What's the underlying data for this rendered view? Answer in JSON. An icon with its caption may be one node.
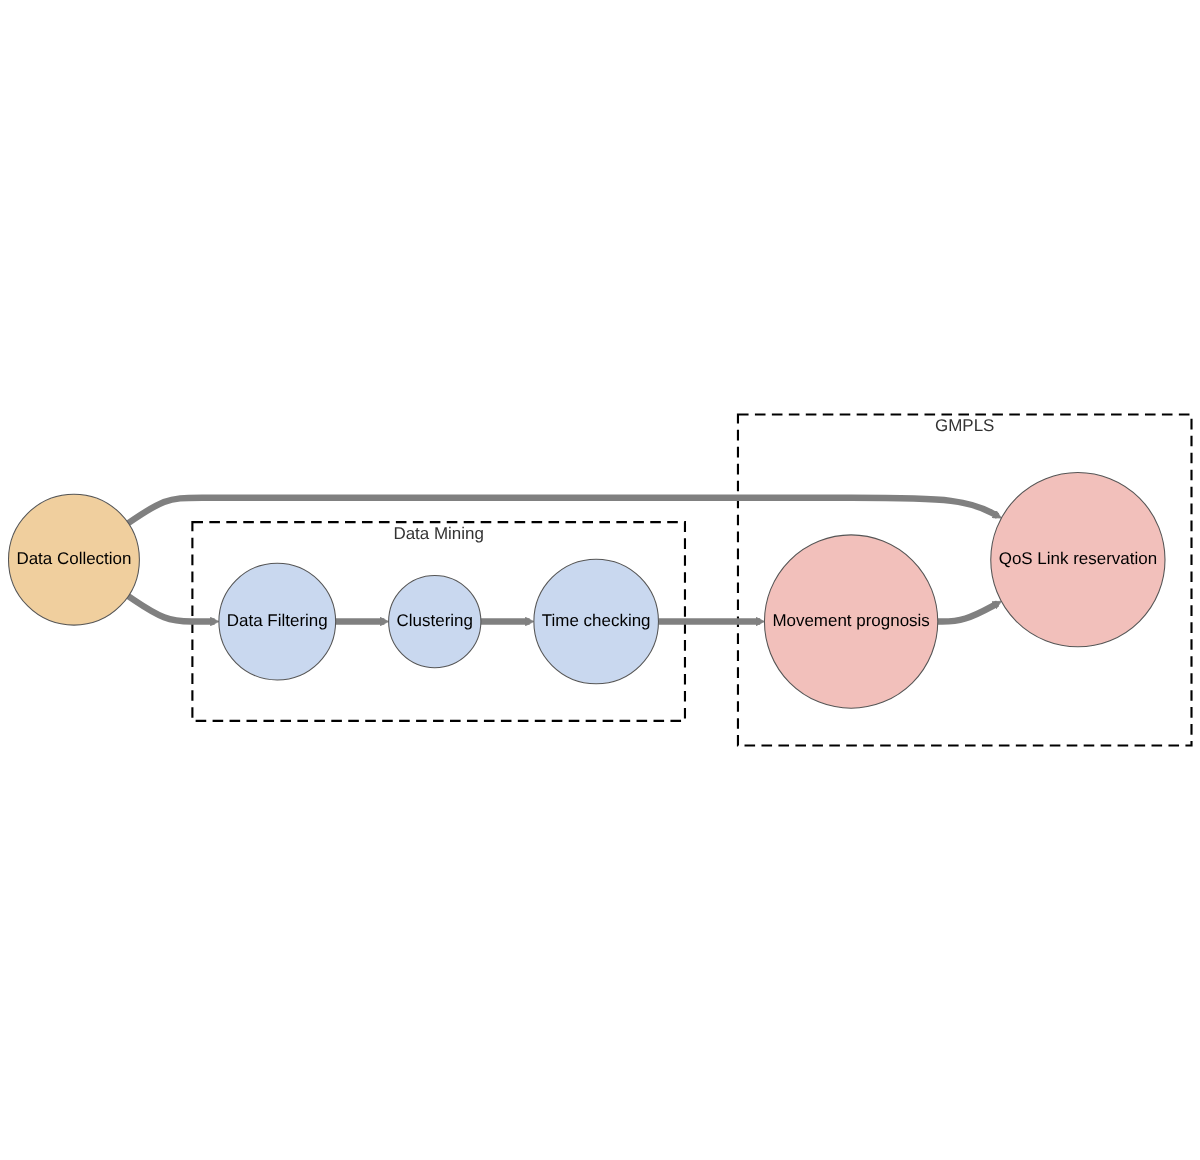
{
  "diagram": {
    "nodes": [
      {
        "text": [
          "Data Collection"
        ]
      },
      {
        "text": [
          "GMPLS"
        ]
      },
      {
        "text": [
          "QoS Link reservation"
        ],
        "in": 1
      },
      {
        "text": [
          "Movement prognosis"
        ],
        "in": 1
      },
      {
        "text": [
          "Data Mining"
        ]
      },
      {
        "text": [
          "Data Filtering"
        ],
        "in": 4
      },
      {
        "text": [
          "Clustering"
        ],
        "in": 4
      },
      {
        "text": [
          "Time checking"
        ],
        "in": 4
      }
    ],
    "edges": [
      {
        "from": 0,
        "to": 2,
        "arrow": "to"
      },
      {
        "from": 0,
        "to": 5,
        "arrow": "to"
      },
      {
        "from": 5,
        "to": 6,
        "arrow": "to"
      },
      {
        "from": 6,
        "to": 7,
        "arrow": "to"
      },
      {
        "from": 7,
        "to": 3,
        "arrow": "to"
      },
      {
        "from": 3,
        "to": 2,
        "arrow": "to"
      }
    ]
  }
}
